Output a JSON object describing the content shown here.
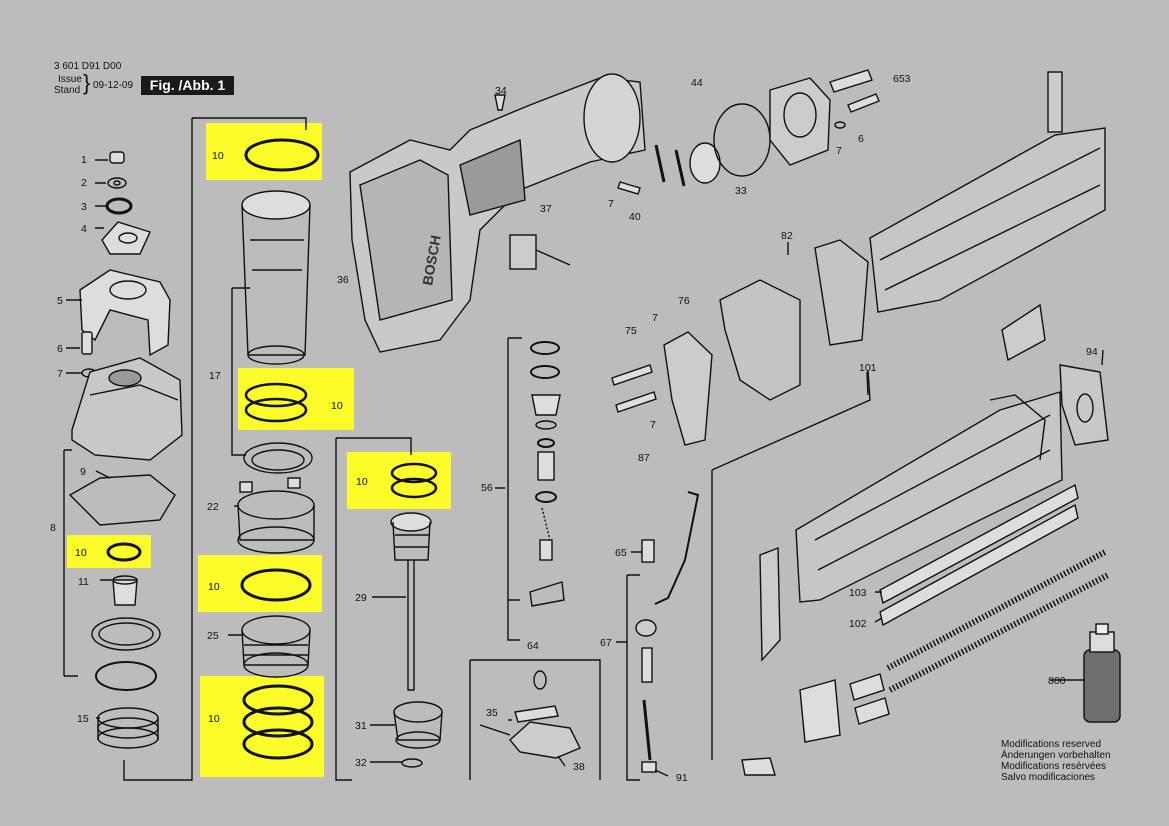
{
  "header": {
    "doc_number": "3 601 D91 D00",
    "issue_label": "Issue",
    "stand_label": "Stand",
    "date": "09-12-09",
    "figure_label": "Fig. /Abb. 1"
  },
  "brand_text": "BOSCH",
  "highlight_color": "#fbfb2a",
  "callouts": {
    "c1": "1",
    "c2": "2",
    "c3": "3",
    "c4": "4",
    "c5": "5",
    "c6": "6",
    "c7": "7",
    "c8": "8",
    "c9": "9",
    "c11": "11",
    "c15": "15",
    "c17": "17",
    "c22": "22",
    "c25": "25",
    "c29": "29",
    "c31": "31",
    "c32": "32",
    "c34": "34",
    "c35": "35",
    "c36": "36",
    "c37": "37",
    "c38": "38",
    "c40": "40",
    "c44": "44",
    "c33": "33",
    "c56": "56",
    "c64": "64",
    "c65": "65",
    "c67": "67",
    "c75": "75",
    "c76": "76",
    "c82": "82",
    "c87": "87",
    "c91": "91",
    "c94": "94",
    "c101": "101",
    "c102": "102",
    "c103": "103",
    "c653": "653",
    "c800": "800",
    "c10": "10"
  },
  "modifications": [
    "Modifications reserved",
    "Änderungen vorbehalten",
    "Modifications resérvées",
    "Salvo modificaciones"
  ]
}
